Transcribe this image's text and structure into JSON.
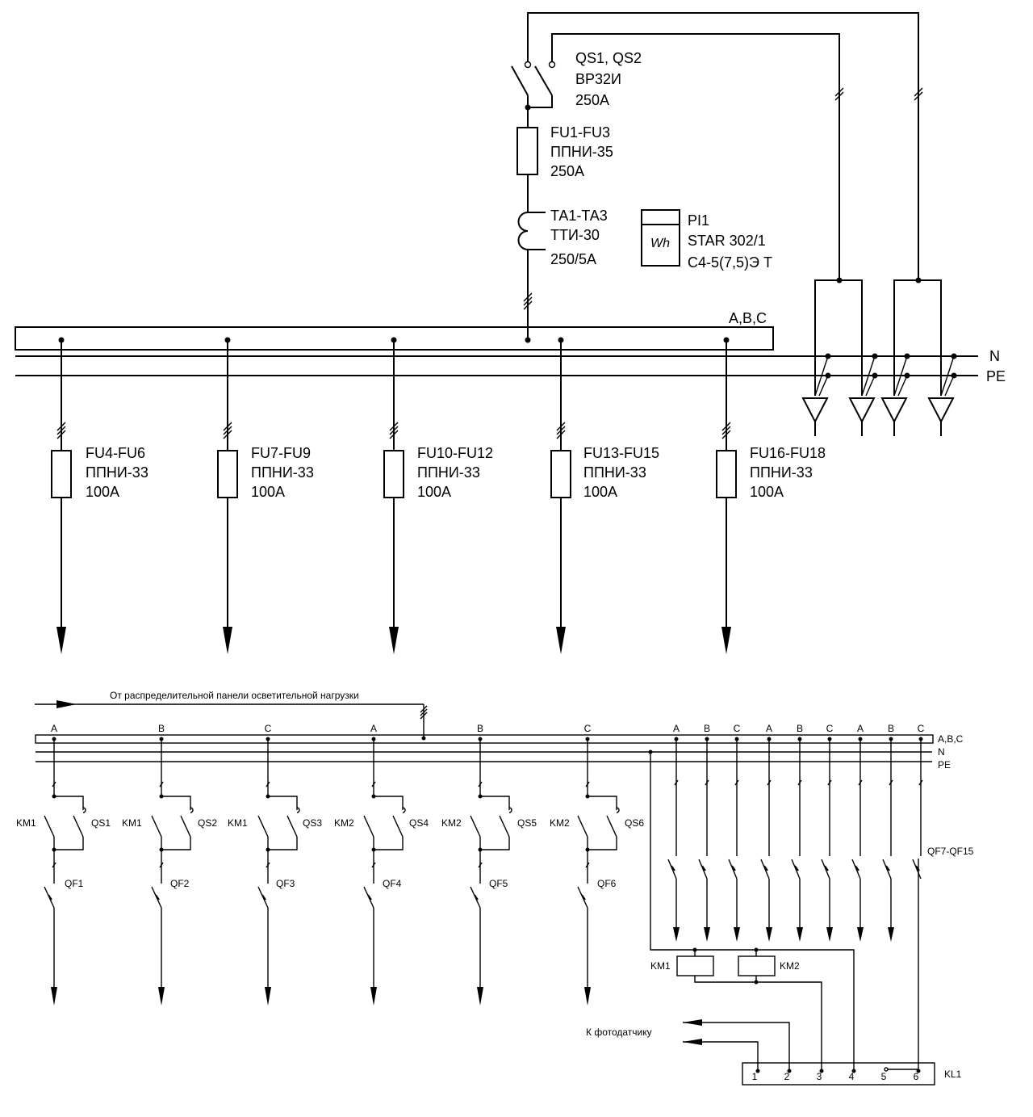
{
  "top": {
    "qs_main": [
      "QS1, QS2",
      "ВР32И",
      "250А"
    ],
    "fu_main": [
      "FU1-FU3",
      "ППНИ-35",
      "250А"
    ],
    "ta": [
      "ТА1-ТА3",
      "ТТИ-30",
      "250/5А"
    ],
    "pi": [
      "PI1",
      "STAR 302/1",
      "С4-5(7,5)Э Т"
    ],
    "meter_symbol": "Wh",
    "bus_label": "A,B,C",
    "n_label": "N",
    "pe_label": "PE",
    "feeders": [
      {
        "l1": "FU4-FU6",
        "l2": "ППНИ-33",
        "l3": "100А"
      },
      {
        "l1": "FU7-FU9",
        "l2": "ППНИ-33",
        "l3": "100А"
      },
      {
        "l1": "FU10-FU12",
        "l2": "ППНИ-33",
        "l3": "100А"
      },
      {
        "l1": "FU13-FU15",
        "l2": "ППНИ-33",
        "l3": "100А"
      },
      {
        "l1": "FU16-FU18",
        "l2": "ППНИ-33",
        "l3": "100А"
      }
    ]
  },
  "bottom": {
    "source": "От распределительной панели осветительной нагрузки",
    "bus_label": "A,B,C",
    "n_label": "N",
    "pe_label": "PE",
    "lines": [
      {
        "phase": "A",
        "km": "KM1",
        "qs": "QS1",
        "qf": "QF1"
      },
      {
        "phase": "B",
        "km": "KM1",
        "qs": "QS2",
        "qf": "QF2"
      },
      {
        "phase": "C",
        "km": "KM1",
        "qs": "QS3",
        "qf": "QF3"
      },
      {
        "phase": "A",
        "km": "KM2",
        "qs": "QS4",
        "qf": "QF4"
      },
      {
        "phase": "B",
        "km": "KM2",
        "qs": "QS5",
        "qf": "QF5"
      },
      {
        "phase": "C",
        "km": "KM2",
        "qs": "QS6",
        "qf": "QF6"
      }
    ],
    "small_phases": [
      "A",
      "B",
      "C",
      "A",
      "B",
      "C",
      "A",
      "B",
      "C"
    ],
    "qf_group": "QF7-QF15",
    "coils": [
      "KM1",
      "KM2"
    ],
    "photo": "К фотодатчику",
    "relay": "KL1",
    "terminals": [
      "1",
      "2",
      "3",
      "4",
      "5",
      "6"
    ]
  }
}
